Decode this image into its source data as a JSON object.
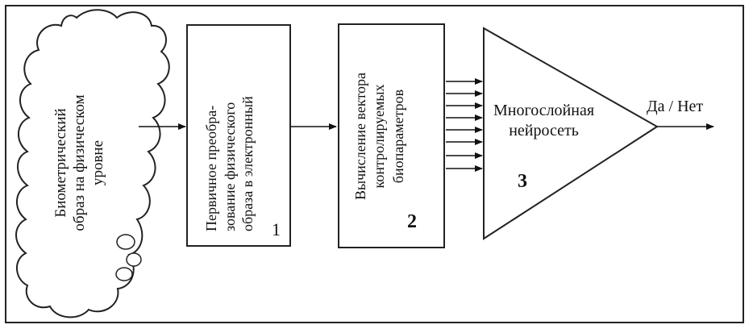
{
  "source": {
    "line1": "Биометрический",
    "line2": "образ на физическом",
    "line3": "уровне"
  },
  "block1": {
    "line1": "Первичное преобра-",
    "line2": "зование физического",
    "line3": "образа в электронный",
    "number": "1"
  },
  "block2": {
    "line1": "Вычисление вектора",
    "line2": "контролируемых",
    "line3": "биопараметров",
    "number": "2"
  },
  "block3": {
    "line1": "Многослойная",
    "line2": "нейросеть",
    "number": "3"
  },
  "output": {
    "label": "Да / Нет"
  }
}
